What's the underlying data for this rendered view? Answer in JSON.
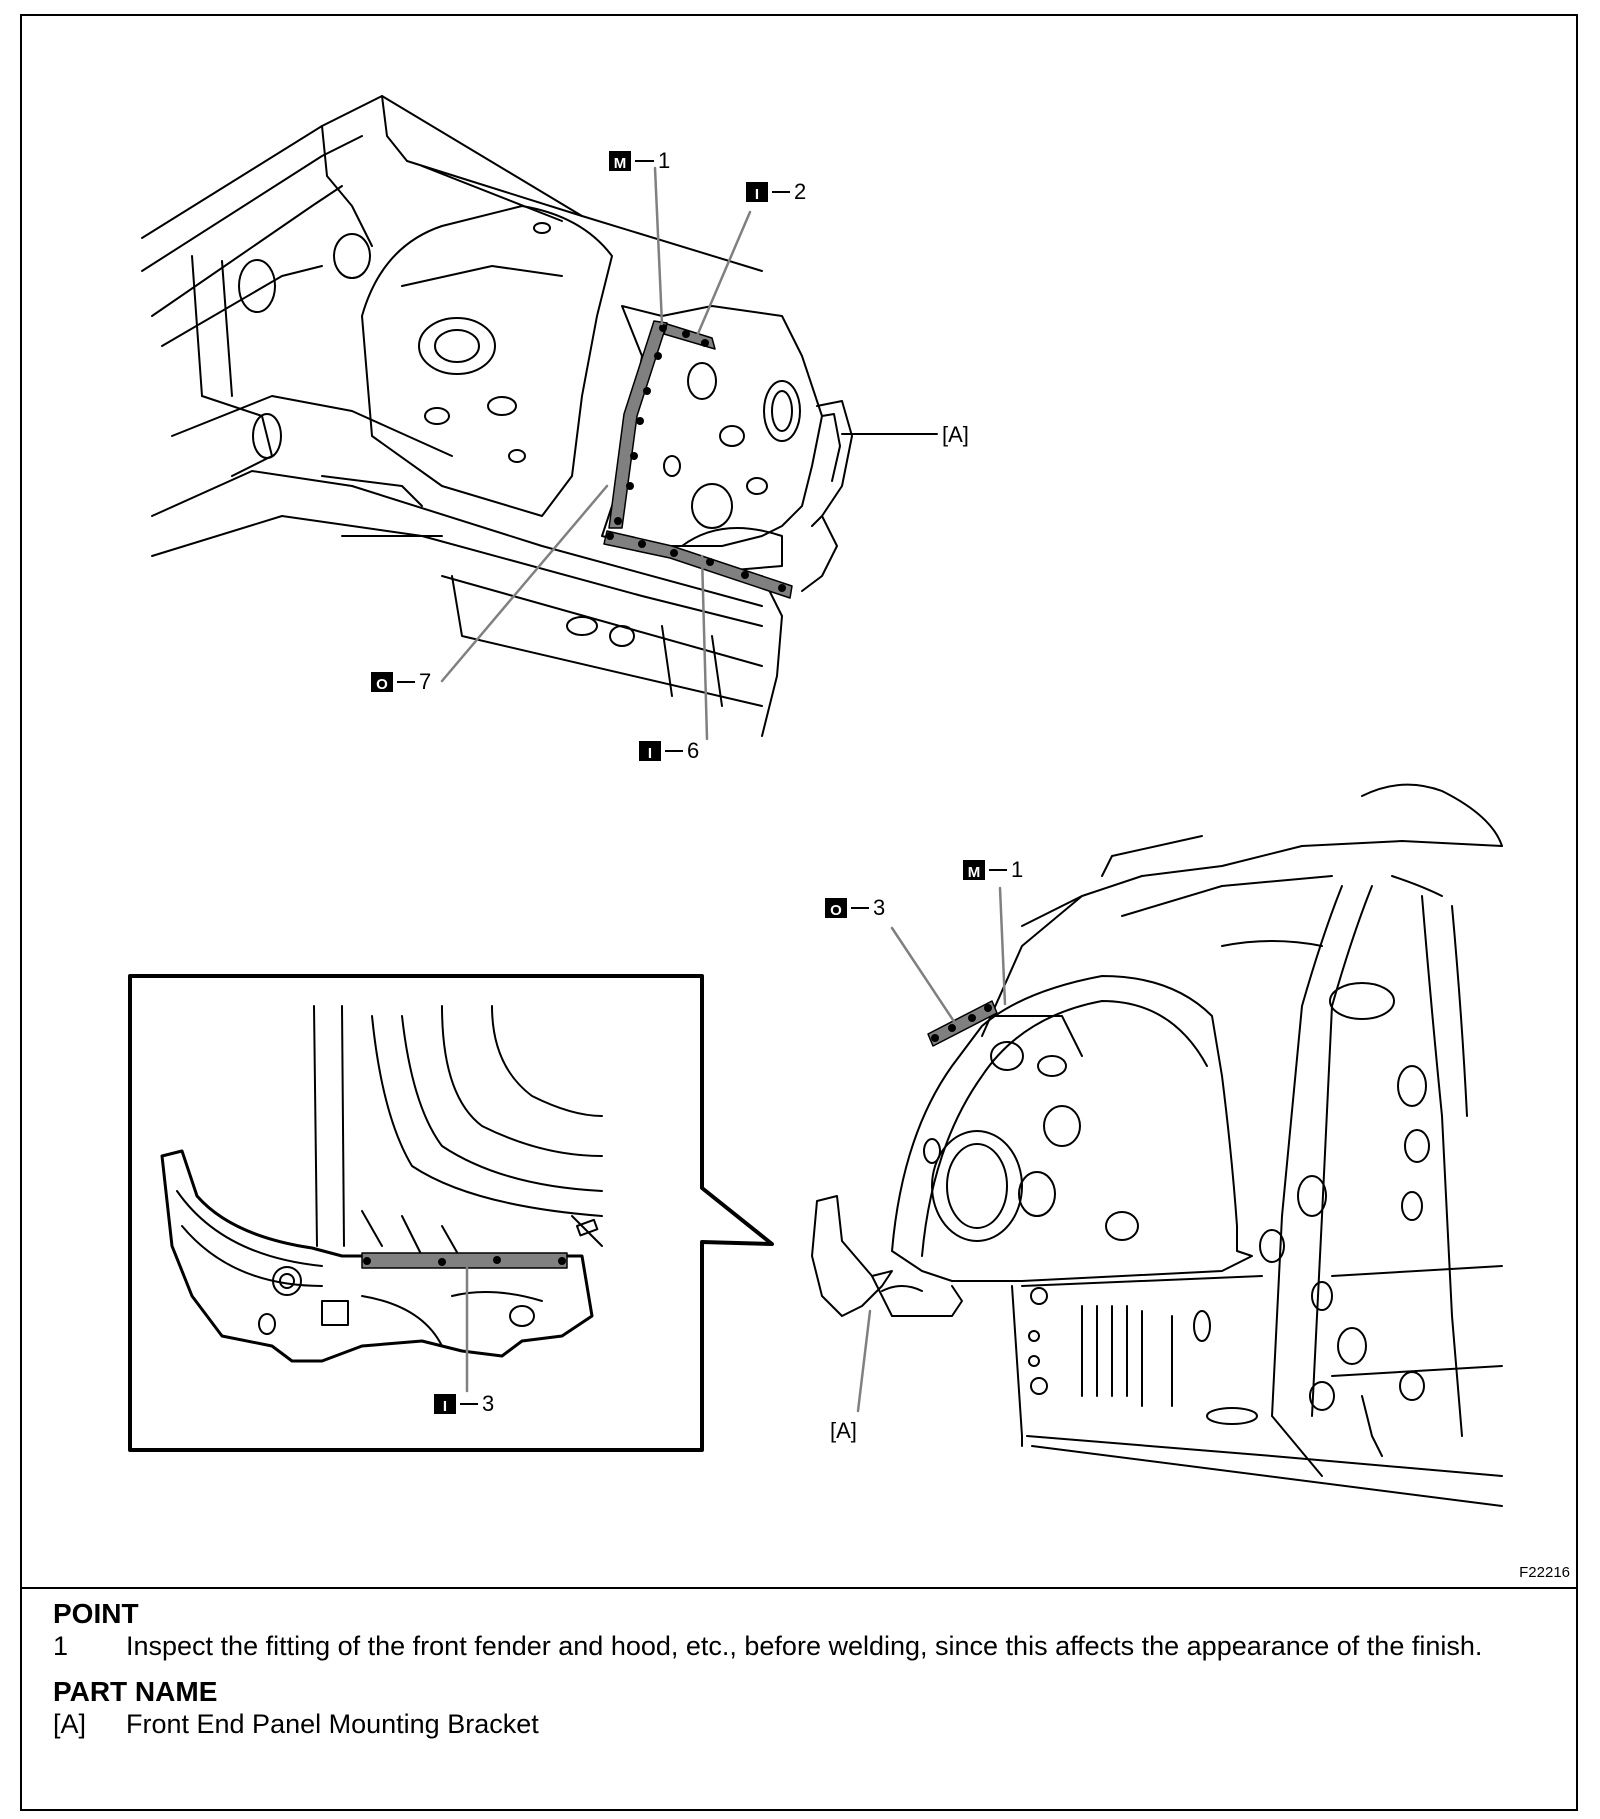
{
  "figure": {
    "id": "F22216",
    "callouts": {
      "top_m1": {
        "code": "M",
        "num": "1"
      },
      "top_i2": {
        "code": "I",
        "num": "2"
      },
      "top_o7": {
        "code": "O",
        "num": "7"
      },
      "top_i6": {
        "code": "I",
        "num": "6"
      },
      "bottom_m1": {
        "code": "M",
        "num": "1"
      },
      "bottom_o3": {
        "code": "O",
        "num": "3"
      },
      "inset_i3": {
        "code": "I",
        "num": "3"
      }
    },
    "bracket_label_top": "[A]",
    "bracket_label_bottom": "[A]"
  },
  "point": {
    "title": "POINT",
    "items": [
      {
        "num": "1",
        "text": "Inspect the fitting of the front fender and hood, etc., before welding, since this affects the appearance of the finish."
      }
    ]
  },
  "part_name": {
    "title": "PART NAME",
    "items": [
      {
        "ref": "[A]",
        "text": "Front End Panel Mounting Bracket"
      }
    ]
  },
  "colors": {
    "line": "#000000",
    "weld_band": "#808080",
    "background": "#ffffff"
  }
}
